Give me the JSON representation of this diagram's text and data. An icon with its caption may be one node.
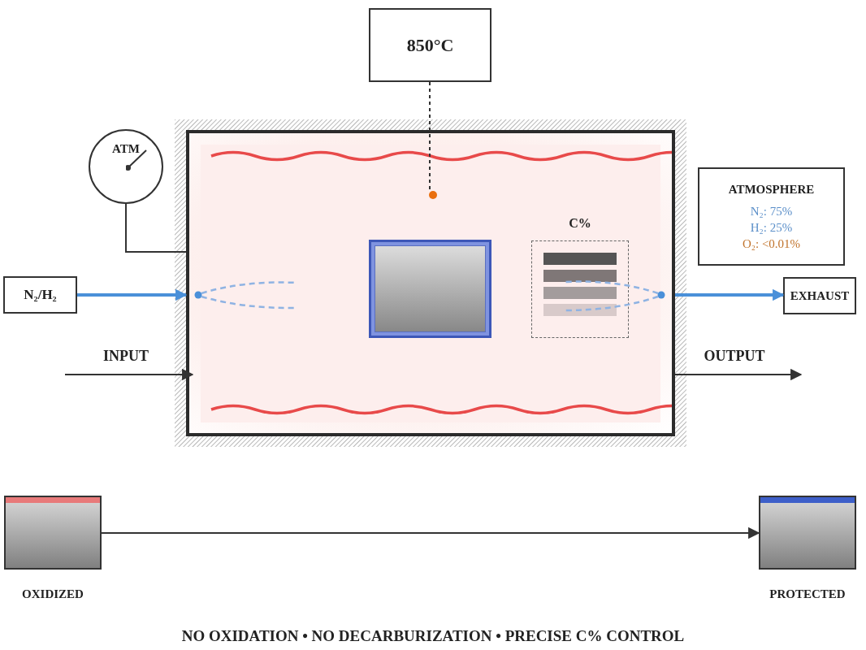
{
  "diagram": {
    "caption": "NO OXIDATION • NO DECARBURIZATION • PRECISE C% CONTROL",
    "nodes": [
      {
        "text": [
          "850°C"
        ]
      },
      {
        "text": [
          "ATM"
        ]
      },
      {
        "text": [],
        "shape": "box"
      },
      {
        "text": [],
        "shape": "circle",
        "in": 2
      },
      {
        "text": [
          "N₂/H₂"
        ]
      },
      {
        "text": [],
        "shape": "box",
        "in": 2
      },
      {
        "text": [
          "C%"
        ],
        "in": 2
      },
      {
        "text": [
          "ATMOSPHERE",
          "N₂: 75%",
          "H₂: 25%",
          "O₂: <0.01%"
        ]
      },
      {
        "text": [
          "EXHAUST"
        ]
      },
      {
        "text": [],
        "shape": "box",
        "beside": [
          "OXIDIZED"
        ]
      },
      {
        "text": [],
        "shape": "box",
        "beside": [
          "PROTECTED"
        ]
      }
    ],
    "edges": [
      {
        "from": 0,
        "to": 3,
        "arrow": "none",
        "style": "dashed"
      },
      {
        "from": 1,
        "to": 2,
        "arrow": "none"
      },
      {
        "from": 4,
        "to": 2,
        "arrow": "to",
        "style": "thick",
        "color": "#4a90d9"
      },
      {
        "from": 2,
        "to": 8,
        "arrow": "to",
        "style": "thick",
        "color": "#4a90d9"
      },
      {
        "from": null,
        "to": 2,
        "arrow": "to",
        "label": "INPUT"
      },
      {
        "from": 2,
        "to": null,
        "arrow": "to",
        "label": "OUTPUT"
      },
      {
        "from": 9,
        "to": 10,
        "arrow": "to"
      }
    ]
  }
}
